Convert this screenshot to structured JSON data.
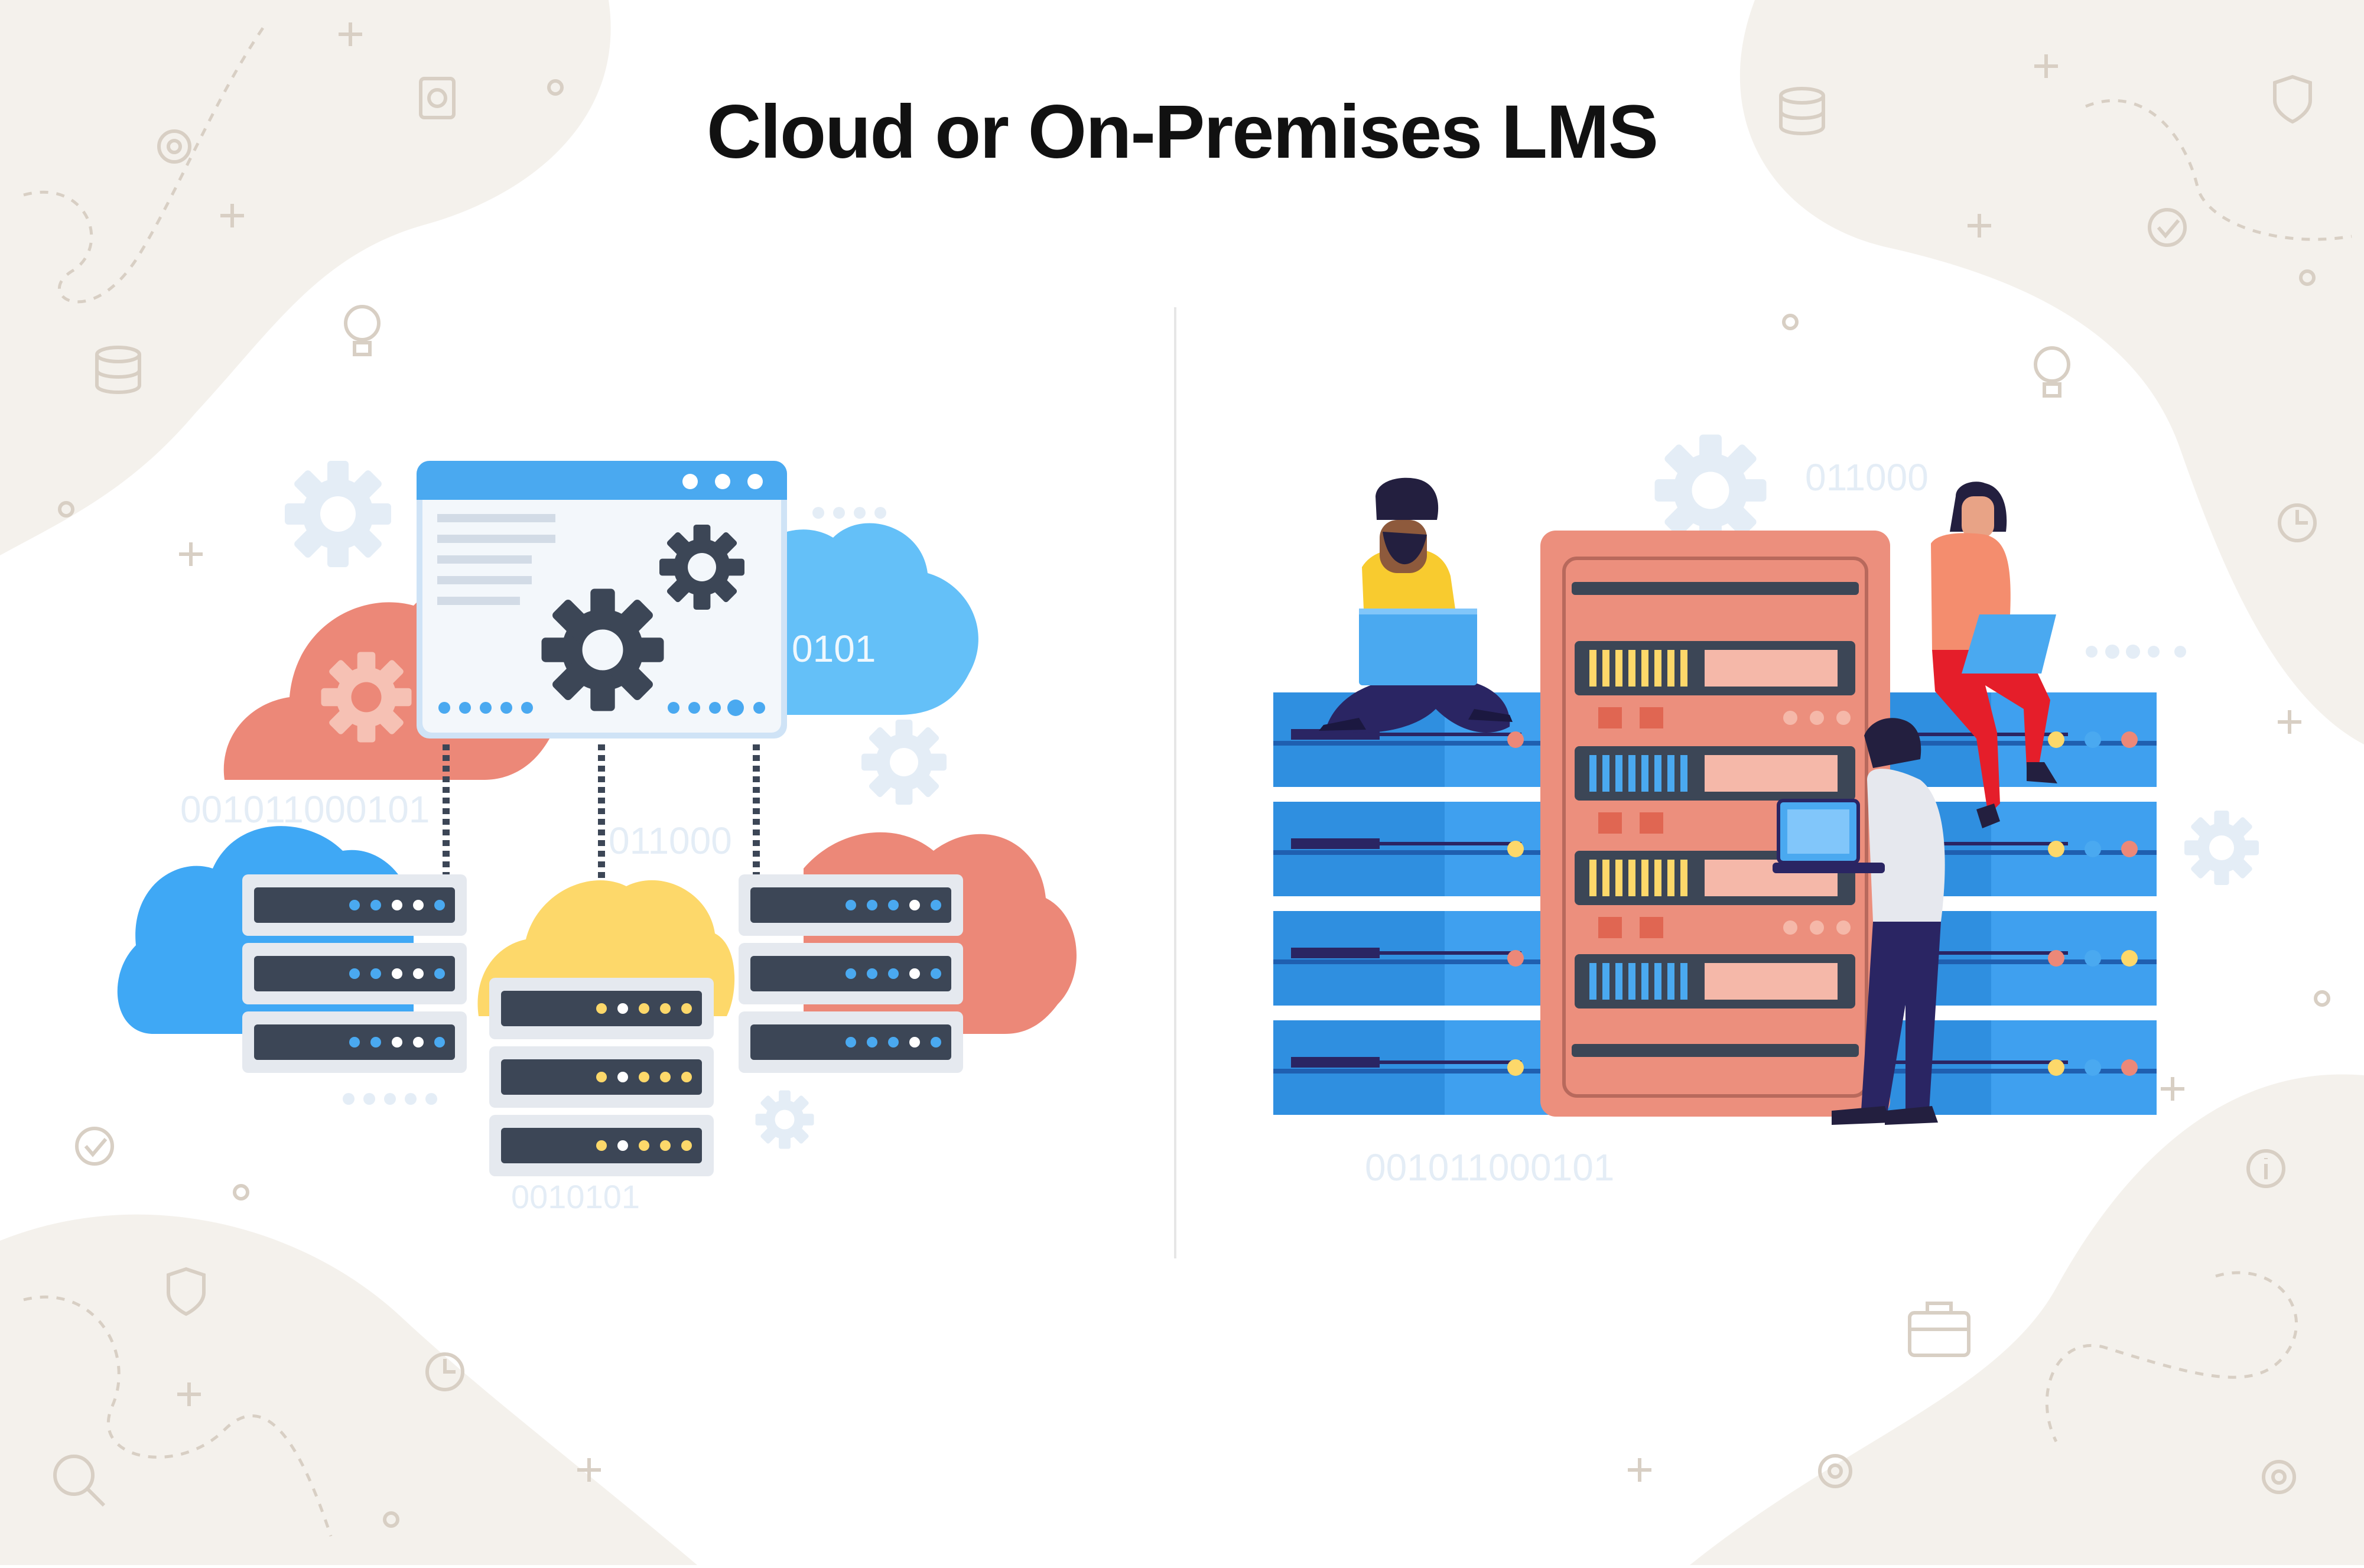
{
  "title": "Cloud or On-Premises LMS",
  "binary_labels": {
    "cloud_window": "0101",
    "cloud_left_row": "001011000101",
    "cloud_mid_row": "011000",
    "cloud_bottom": "0010101",
    "onprem_top": "011000",
    "onprem_bottom": "001011000101"
  },
  "colors": {
    "blob": "#f4f1ec",
    "decor": "#d8cfc4",
    "cloud_blue": "#55b4f7",
    "cloud_coral": "#ec8878",
    "cloud_yellow": "#fdd86a",
    "server_dark": "#3c4656",
    "rack_blue": "#3fa0ef",
    "rack_coral": "#ec8f7d",
    "person_navy": "#2a2563"
  },
  "panels": [
    {
      "name": "cloud-lms-illustration"
    },
    {
      "name": "on-premises-lms-illustration"
    }
  ]
}
